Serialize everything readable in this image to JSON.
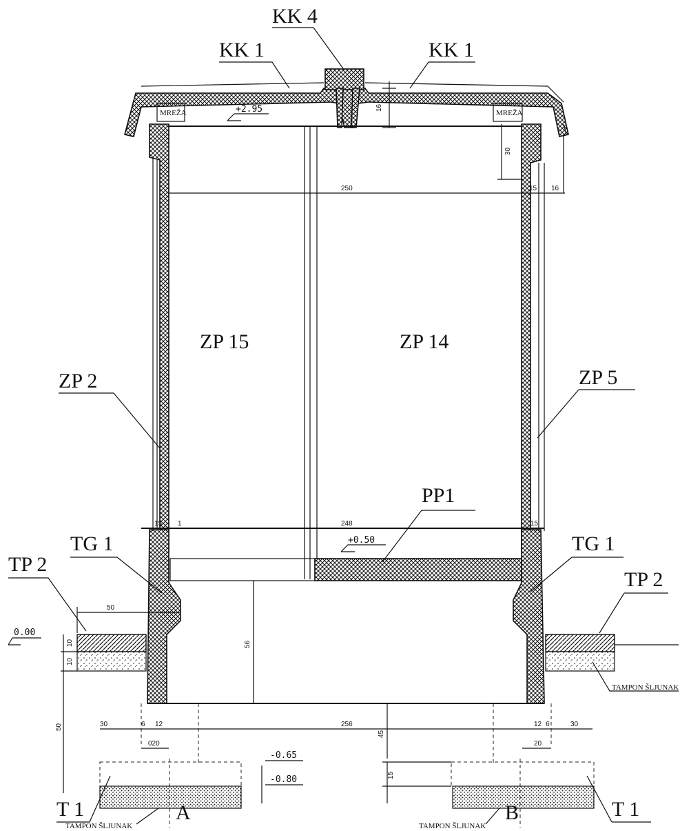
{
  "labels": {
    "kk4": "KK 4",
    "kk1_left": "KK 1",
    "kk1_right": "KK 1",
    "mreza_left": "MREŽA",
    "mreza_right": "MREŽA",
    "zp15": "ZP 15",
    "zp14": "ZP 14",
    "zp2": "ZP 2",
    "zp5": "ZP 5",
    "pp1": "PP1",
    "tg1_left": "TG 1",
    "tg1_right": "TG 1",
    "tp2_left": "TP 2",
    "tp2_right": "TP 2",
    "t1_left": "T 1",
    "t1_right": "T 1",
    "tampon_right": "TAMPON ŠLJUNAK",
    "tampon_a": "TAMPON ŠLJUNAK",
    "tampon_b": "TAMPON ŠLJUNAK",
    "section_a": "A",
    "section_b": "B"
  },
  "levels": {
    "top": "+2.95",
    "floor": "+0.50",
    "ground": "0.00",
    "m065": "-0.65",
    "m080": "-0.80"
  },
  "dimensions": {
    "d16_top": "16",
    "d30": "30",
    "d250": "250",
    "d15_top": "15",
    "d16_right": "16",
    "d15_left": "15",
    "d1": "1",
    "d248": "248",
    "d15_mid": "15",
    "d50_left": "50",
    "d56": "56",
    "d10a": "10",
    "d10b": "10",
    "d50_v": "50",
    "d30_l": "30",
    "d6_l": "6",
    "d12_l": "12",
    "d256": "256",
    "d45": "45",
    "d12_r": "12",
    "d6_r": "6",
    "d30_r": "30",
    "d020": "020",
    "d20": "20",
    "d15_bottom": "15"
  }
}
